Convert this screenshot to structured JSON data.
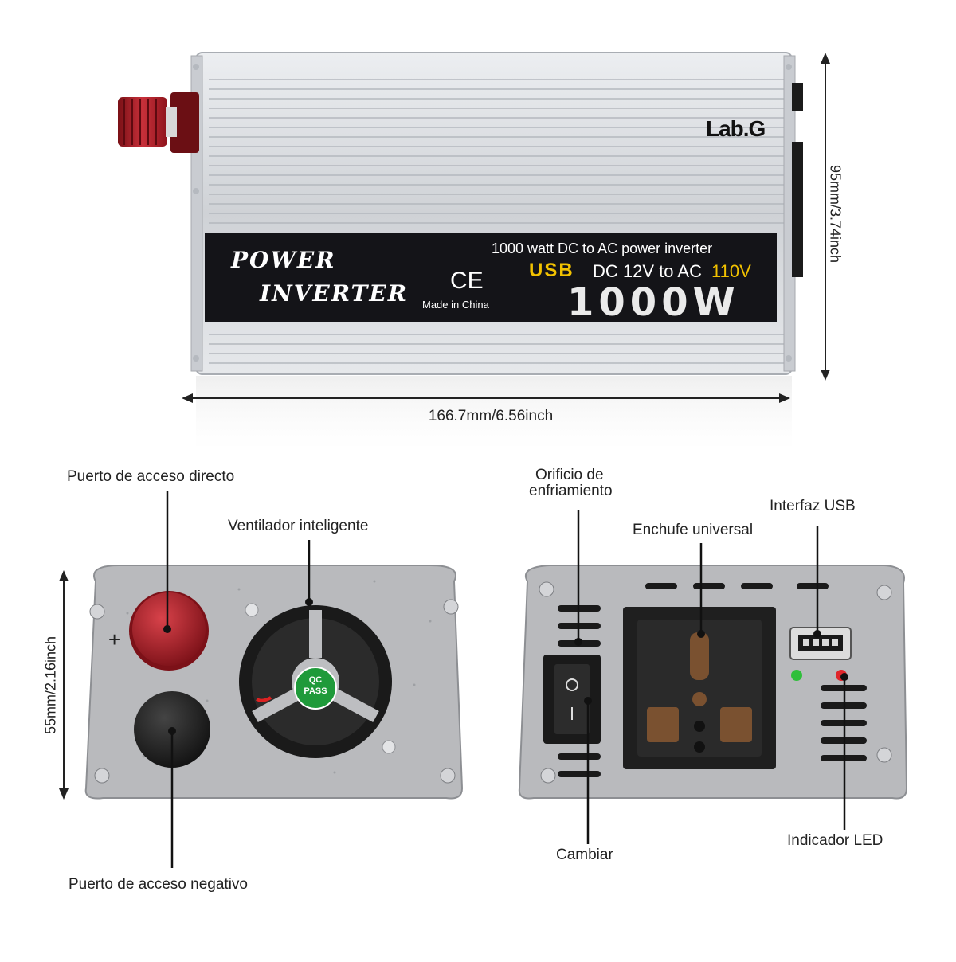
{
  "watermark": "Lab.G",
  "inverter": {
    "title_line1": "POWER",
    "title_line2": "INVERTER",
    "ce_mark": "CE",
    "made_in": "Made in China",
    "spec_line": "1000 watt DC to AC power inverter",
    "usb_label": "USB",
    "voltage_dc": "DC 12V to AC",
    "voltage_ac": "110V",
    "big_rating": "1000W",
    "fan_badge_line1": "QC",
    "fan_badge_line2": "PASS",
    "plus_sign": "+"
  },
  "dimensions": {
    "height": "95mm/3.74inch",
    "width": "166.7mm/6.56inch",
    "depth": "55mm/2.16inch"
  },
  "callouts": {
    "direct_port": "Puerto de acceso directo",
    "smart_fan": "Ventilador inteligente",
    "negative_port": "Puerto de acceso negativo",
    "cooling_hole_line1": "Orificio de",
    "cooling_hole_line2": "enfriamiento",
    "universal_socket": "Enchufe universal",
    "usb_interface": "Interfaz USB",
    "switch": "Cambiar",
    "led_indicator": "Indicador LED"
  },
  "colors": {
    "aluminum": "#d6d8dc",
    "red_terminal": "#b3232d",
    "label_black": "#141418",
    "usb_yellow": "#f2c200"
  }
}
